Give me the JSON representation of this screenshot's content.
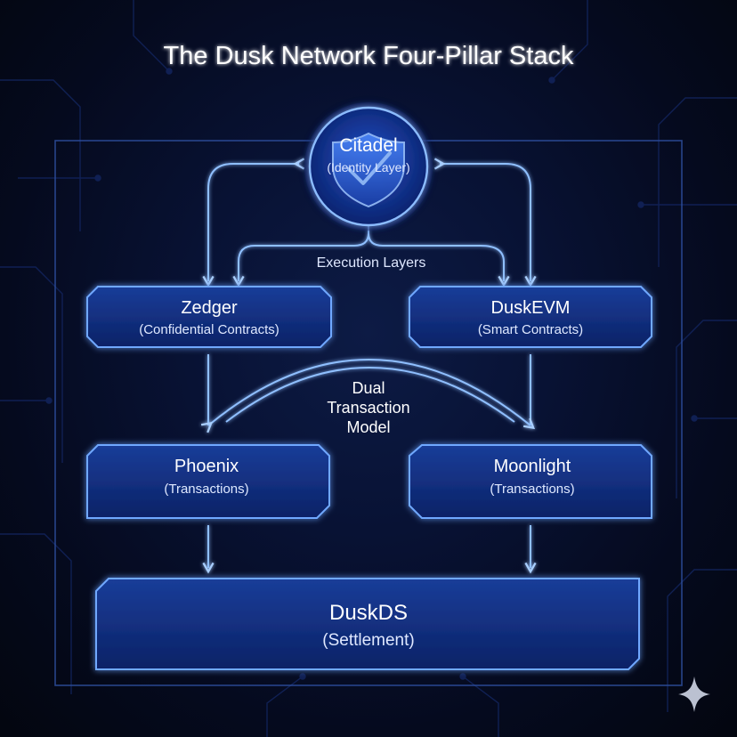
{
  "title": "The Dusk Network Four-Pillar Stack",
  "nodes": {
    "citadel": {
      "name": "Citadel",
      "sub": "(Identity Layer)"
    },
    "zedger": {
      "name": "Zedger",
      "sub": "(Confidential Contracts)"
    },
    "duskevm": {
      "name": "DuskEVM",
      "sub": "(Smart Contracts)"
    },
    "phoenix": {
      "name": "Phoenix",
      "sub": "(Transactions)"
    },
    "moonlight": {
      "name": "Moonlight",
      "sub": "(Transactions)"
    },
    "duskds": {
      "name": "DuskDS",
      "sub": "(Settlement)"
    }
  },
  "labels": {
    "execution_layers": "Execution Layers",
    "dual_line1": "Dual",
    "dual_line2": "Transaction",
    "dual_line3": "Model"
  },
  "icons": {
    "citadel": "shield-icon",
    "corner": "sparkle-icon"
  },
  "colors": {
    "background": "#050a1a",
    "box_fill": "#0e2a78",
    "box_stroke": "#6fa8ff",
    "connector": "#8fbfff",
    "text": "#ffffff"
  }
}
